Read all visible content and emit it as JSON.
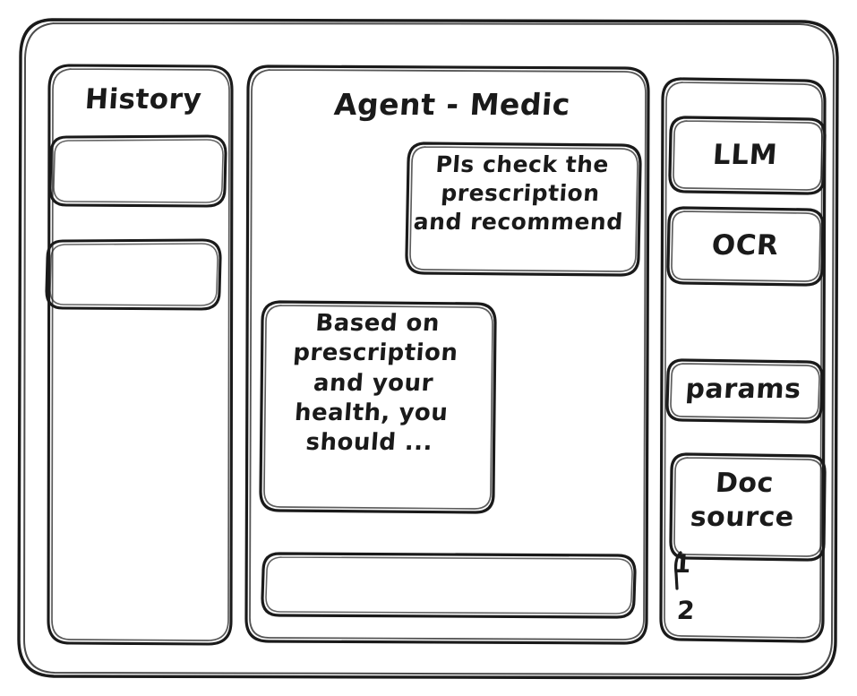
{
  "window": {
    "name": "agent-wireframe-window"
  },
  "history": {
    "title": "History",
    "items": [
      {
        "label": ""
      },
      {
        "label": ""
      }
    ]
  },
  "main": {
    "title": "Agent - Medic",
    "messages": [
      {
        "role": "user",
        "text": "Pls check the\nprescription\nand recommend"
      },
      {
        "role": "agent",
        "text": "Based on\nprescription\nand your\nhealth, you\nshould ..."
      }
    ],
    "composer": {
      "value": "",
      "placeholder": ""
    }
  },
  "sidebar": {
    "tools": [
      {
        "label": "LLM"
      },
      {
        "label": "OCR"
      }
    ],
    "params": {
      "label": "params"
    },
    "doc_source": {
      "label": "Doc\nsource",
      "sources": [
        "1",
        "2"
      ]
    }
  },
  "style": {
    "stroke": "#1a1a1a",
    "background": "#ffffff"
  }
}
